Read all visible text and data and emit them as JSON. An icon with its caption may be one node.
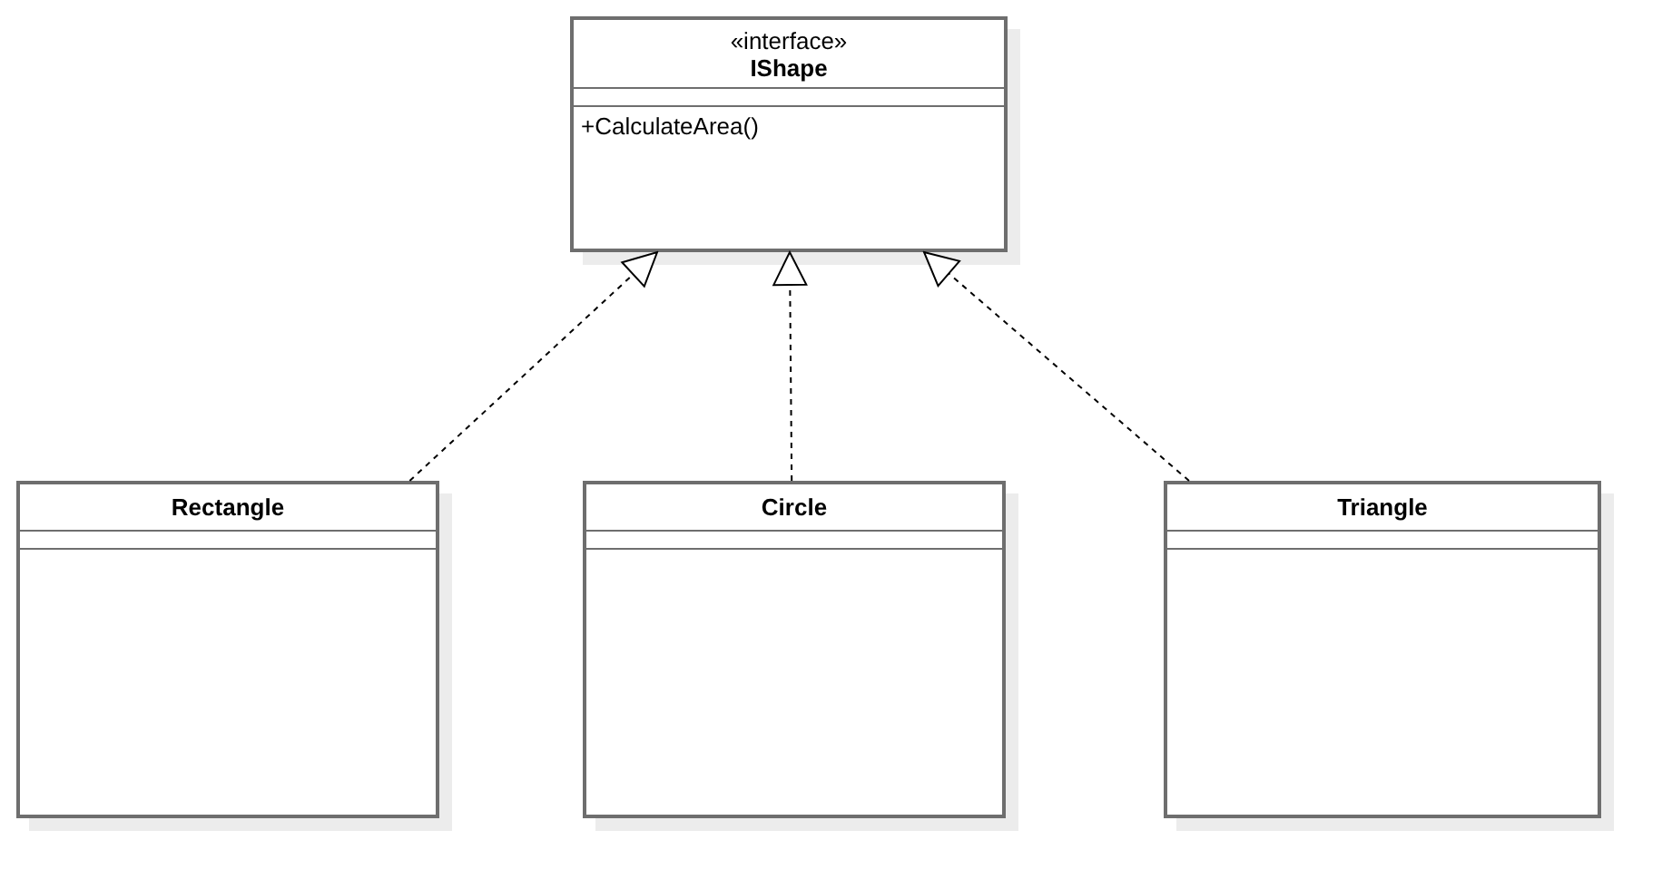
{
  "diagram": {
    "nodes": [
      {
        "text": [
          "«interface»",
          "IShape",
          "+CalculateArea()"
        ]
      },
      {
        "text": [
          "Rectangle"
        ]
      },
      {
        "text": [
          "Circle"
        ]
      },
      {
        "text": [
          "Triangle"
        ]
      }
    ],
    "edges": [
      {
        "from": 1,
        "to": 0,
        "arrow": "to",
        "style": "dashed"
      },
      {
        "from": 2,
        "to": 0,
        "arrow": "to",
        "style": "dashed"
      },
      {
        "from": 3,
        "to": 0,
        "arrow": "to",
        "style": "dashed"
      }
    ]
  }
}
